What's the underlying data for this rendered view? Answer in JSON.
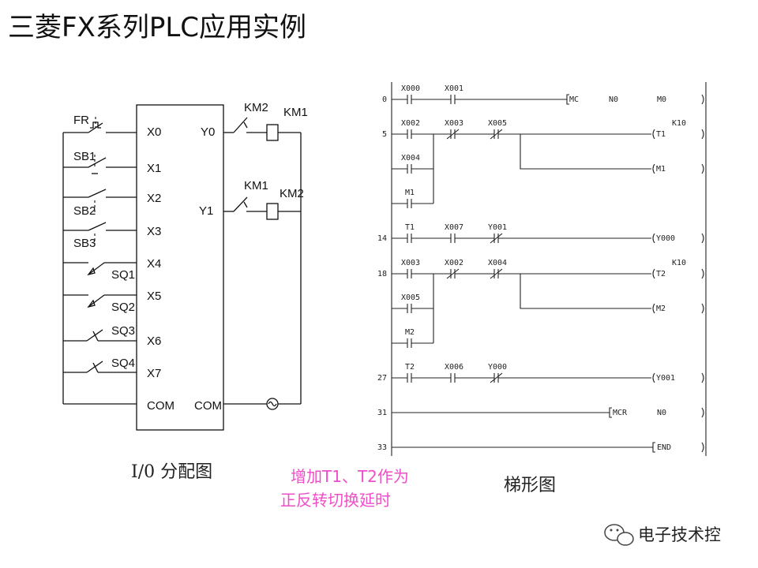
{
  "title": "三菱FX系列PLC应用实例",
  "io_diagram": {
    "caption": "I/0 分配图",
    "inputs": [
      "X0",
      "X1",
      "X2",
      "X3",
      "X4",
      "X5",
      "X6",
      "X7"
    ],
    "input_devices": [
      "FR",
      "SB1",
      "SB2",
      "SB3",
      "SQ1",
      "SQ2",
      "SQ3",
      "SQ4"
    ],
    "outputs": [
      "Y0",
      "Y1"
    ],
    "com_in": "COM",
    "com_out": "COM",
    "output1": {
      "contact": "KM2",
      "coil": "KM1"
    },
    "output2": {
      "contact": "KM1",
      "coil": "KM2"
    }
  },
  "note": {
    "line1": "增加T1、T2作为",
    "line2": "正反转切换延时"
  },
  "ladder": {
    "caption": "梯形图",
    "step_numbers": [
      "0",
      "5",
      "14",
      "18",
      "27",
      "31",
      "33"
    ],
    "rung0": {
      "c1": "X000",
      "c2": "X001",
      "instr": "MC",
      "n": "N0",
      "m": "M0"
    },
    "rung5": {
      "c1": "X002",
      "c2": "X003",
      "c3": "X005",
      "k": "K10",
      "coil1": "T1",
      "branch1": "X004",
      "branch2": "M1",
      "coil2": "M1"
    },
    "rung14": {
      "c1": "T1",
      "c2": "X007",
      "c3": "Y001",
      "coil": "Y000"
    },
    "rung18": {
      "c1": "X003",
      "c2": "X002",
      "c3": "X004",
      "k": "K10",
      "coil1": "T2",
      "branch1": "X005",
      "branch2": "M2",
      "coil2": "M2"
    },
    "rung27": {
      "c1": "T2",
      "c2": "X006",
      "c3": "Y000",
      "coil": "Y001"
    },
    "rung31": {
      "instr": "MCR",
      "n": "N0"
    },
    "rung33": {
      "instr": "END"
    }
  },
  "watermark": "电子技术控"
}
